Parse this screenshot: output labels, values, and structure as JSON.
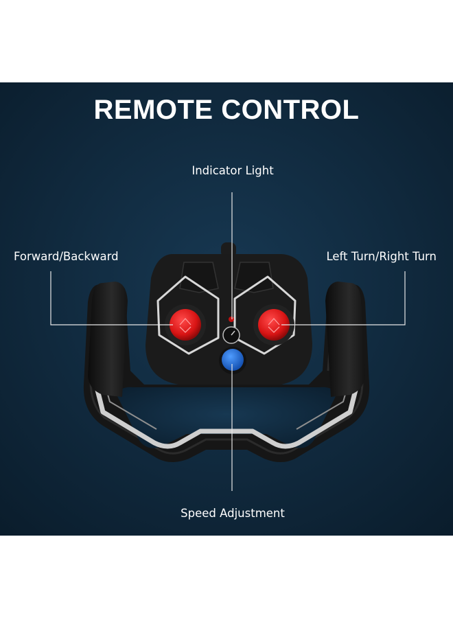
{
  "title": "REMOTE CONTROL",
  "labels": {
    "indicator_light": "Indicator Light",
    "forward_backward": "Forward/Backward",
    "left_right_turn": "Left Turn/Right Turn",
    "speed_adjustment": "Speed Adjustment"
  },
  "colors": {
    "background": "#0f2538",
    "body": "#1b1b1b",
    "joystick": "#e01818",
    "speed_button": "#1f6fd9",
    "trim": "#cfcfcf",
    "text": "#ffffff"
  }
}
